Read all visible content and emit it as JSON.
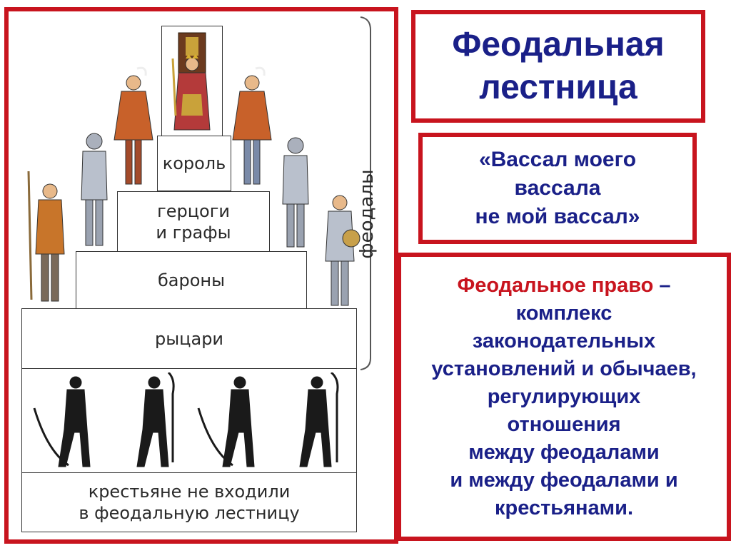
{
  "title": "Феодальная\nлестница",
  "quote": "«Вассал моего\nвассала\nне мой вассал»",
  "definition": {
    "term": "Феодальное право",
    "dash": " –",
    "lines": [
      "комплекс",
      "законодательных",
      "установлений и обычаев,",
      "регулирующих",
      "отношения",
      "между феодалами",
      "и между феодалами и",
      "крестьянами."
    ]
  },
  "ladder": {
    "levels": {
      "king": "король",
      "dukes": "герцоги\nи графы",
      "barons": "бароны",
      "knights": "рыцари",
      "peasants": "крестьяне не входили\nв феодальную лестницу"
    },
    "bracket_label": "феодалы"
  },
  "colors": {
    "frame": "#c8141e",
    "title": "#1a2088",
    "term": "#c8141e"
  },
  "figures": {
    "king": "king-on-throne-figure",
    "nobles": "noble-figure",
    "knights": "knight-figure",
    "peasants": "peasant-with-scythe-figure"
  }
}
